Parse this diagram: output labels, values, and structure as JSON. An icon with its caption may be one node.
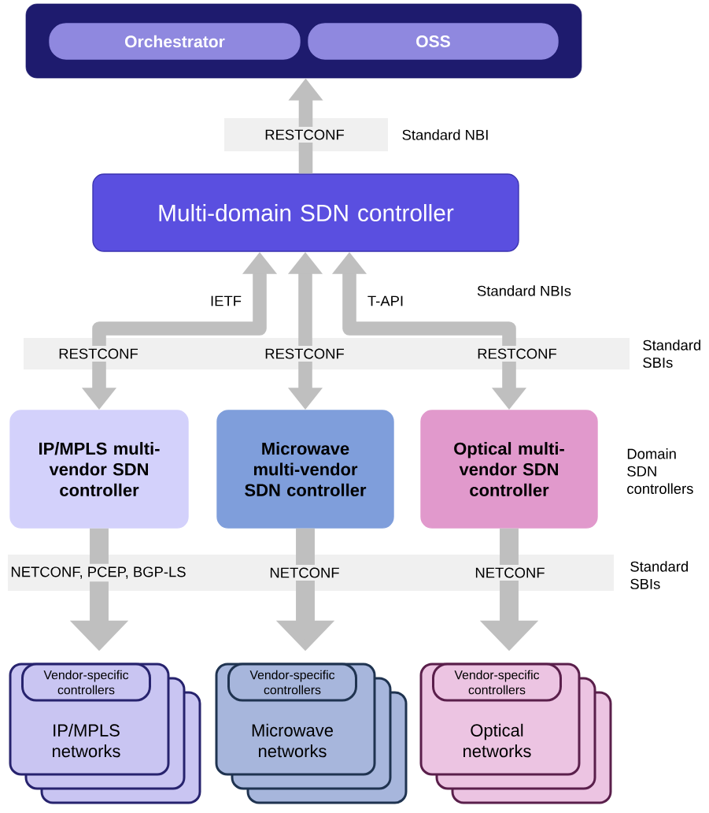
{
  "diagram": {
    "nodes": [
      {
        "text": [],
        "shape": "box"
      },
      {
        "text": [
          "Orchestrator"
        ],
        "in": 0
      },
      {
        "text": [
          "OSS"
        ],
        "in": 0
      },
      {
        "text": [
          "Multi-domain SDN controller"
        ]
      },
      {
        "text": [
          "IP/MPLS multi-vendor SDN controller"
        ]
      },
      {
        "text": [
          "Microwave multi-vendor SDN controller"
        ]
      },
      {
        "text": [
          "Optical multi-vendor SDN controller"
        ]
      },
      {
        "text": [
          "Vendor-specific controllers",
          "IP/MPLS networks"
        ]
      },
      {
        "text": [
          "Vendor-specific controllers",
          "Microwave networks"
        ]
      },
      {
        "text": [
          "Vendor-specific controllers",
          "Optical networks"
        ]
      }
    ],
    "edges": [
      {
        "from": 3,
        "to": 0,
        "arrow": "to",
        "label": "RESTCONF"
      },
      {
        "from": 4,
        "to": 3,
        "arrow": "both",
        "label": "RESTCONF"
      },
      {
        "from": 5,
        "to": 3,
        "arrow": "both",
        "label": "RESTCONF"
      },
      {
        "from": 6,
        "to": 3,
        "arrow": "both",
        "label": "RESTCONF"
      },
      {
        "from": 4,
        "to": 7,
        "arrow": "to",
        "label": "NETCONF, PCEP, BGP-LS"
      },
      {
        "from": 5,
        "to": 8,
        "arrow": "to",
        "label": "NETCONF"
      },
      {
        "from": 6,
        "to": 9,
        "arrow": "to",
        "label": "NETCONF"
      }
    ],
    "labels": [
      "Standard NBI",
      "IETF",
      "T-API",
      "Standard NBIs",
      "Standard SBIs",
      "Domain SDN controllers",
      "Standard SBIs"
    ]
  }
}
